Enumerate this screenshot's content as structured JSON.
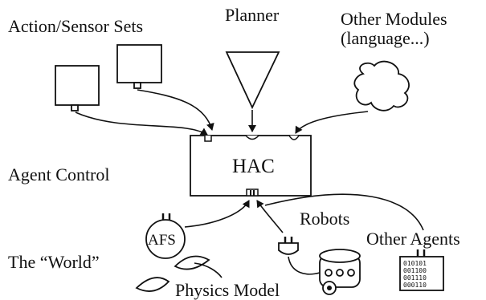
{
  "labels": {
    "action_sensor_sets": "Action/Sensor Sets",
    "planner": "Planner",
    "other_modules_line1": "Other Modules",
    "other_modules_line2": "(language...)",
    "agent_control": "Agent Control",
    "hac": "HAC",
    "robots": "Robots",
    "other_agents": "Other Agents",
    "the_world": "The “World”",
    "afs": "AFS",
    "physics_model": "Physics Model"
  },
  "other_agents_bits": [
    "010101",
    "001100",
    "001110",
    "000110"
  ]
}
